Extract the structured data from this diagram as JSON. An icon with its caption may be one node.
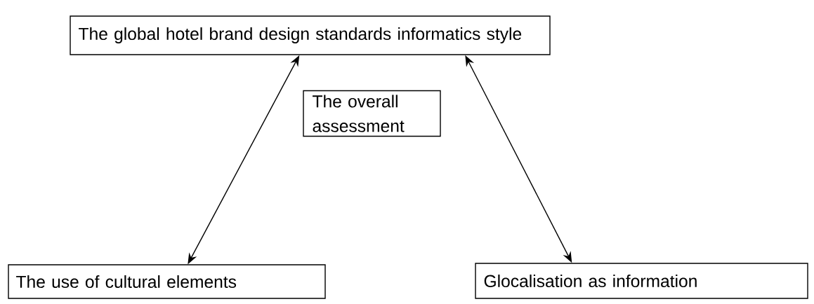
{
  "diagram": {
    "nodes": [
      {
        "text": [
          "The global hotel brand design standards informatics style"
        ]
      },
      {
        "text": [
          "The overall assessment"
        ]
      },
      {
        "text": [
          "The use of cultural elements"
        ]
      },
      {
        "text": [
          "Glocalisation as information"
        ]
      }
    ],
    "edges": [
      {
        "from": 0,
        "to": 2,
        "arrow": "both"
      },
      {
        "from": 0,
        "to": 3,
        "arrow": "both"
      }
    ]
  }
}
